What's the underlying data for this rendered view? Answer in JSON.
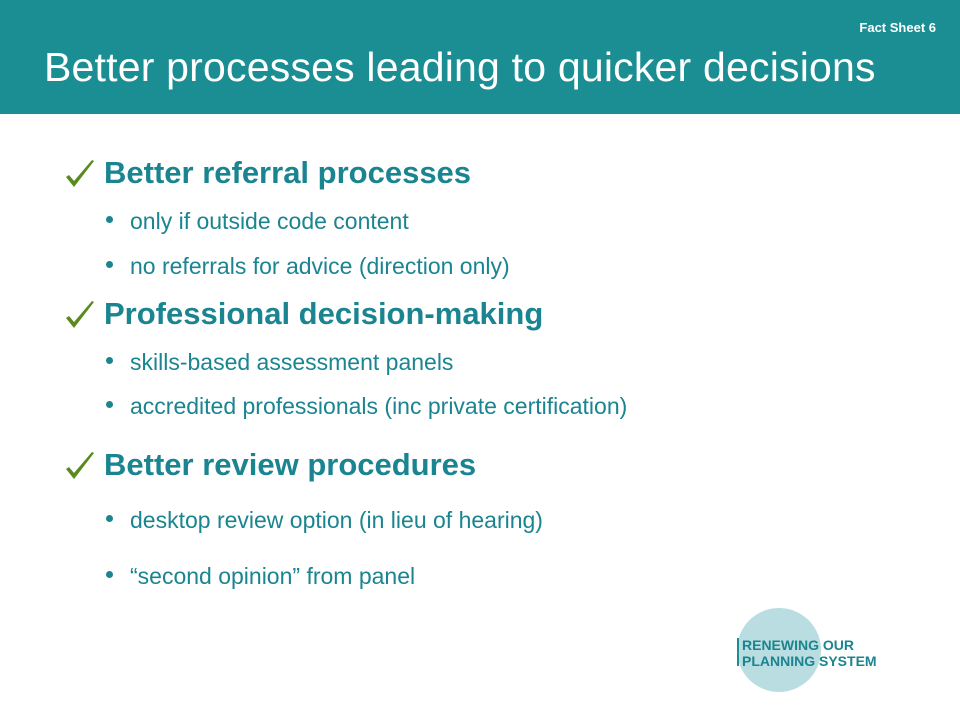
{
  "header": {
    "fact_sheet": "Fact Sheet 6",
    "title": "Better processes leading to quicker decisions"
  },
  "sections": [
    {
      "heading": "Better referral processes",
      "bullets": [
        "only if outside code content",
        "no referrals for advice (direction only)"
      ]
    },
    {
      "heading": "Professional decision-making",
      "bullets": [
        "skills-based assessment panels",
        "accredited professionals (inc private certification)"
      ]
    },
    {
      "heading": "Better review procedures",
      "bullets": [
        "desktop review option (in lieu of hearing)",
        "“second opinion” from panel"
      ]
    }
  ],
  "logo": {
    "line1": "RENEWING OUR",
    "line2": "PLANNING SYSTEM"
  },
  "colors": {
    "header_bg": "#1a8e93",
    "text_teal": "#1a8590",
    "check_green": "#5a8a1e",
    "logo_circle": "#b9dde0"
  }
}
